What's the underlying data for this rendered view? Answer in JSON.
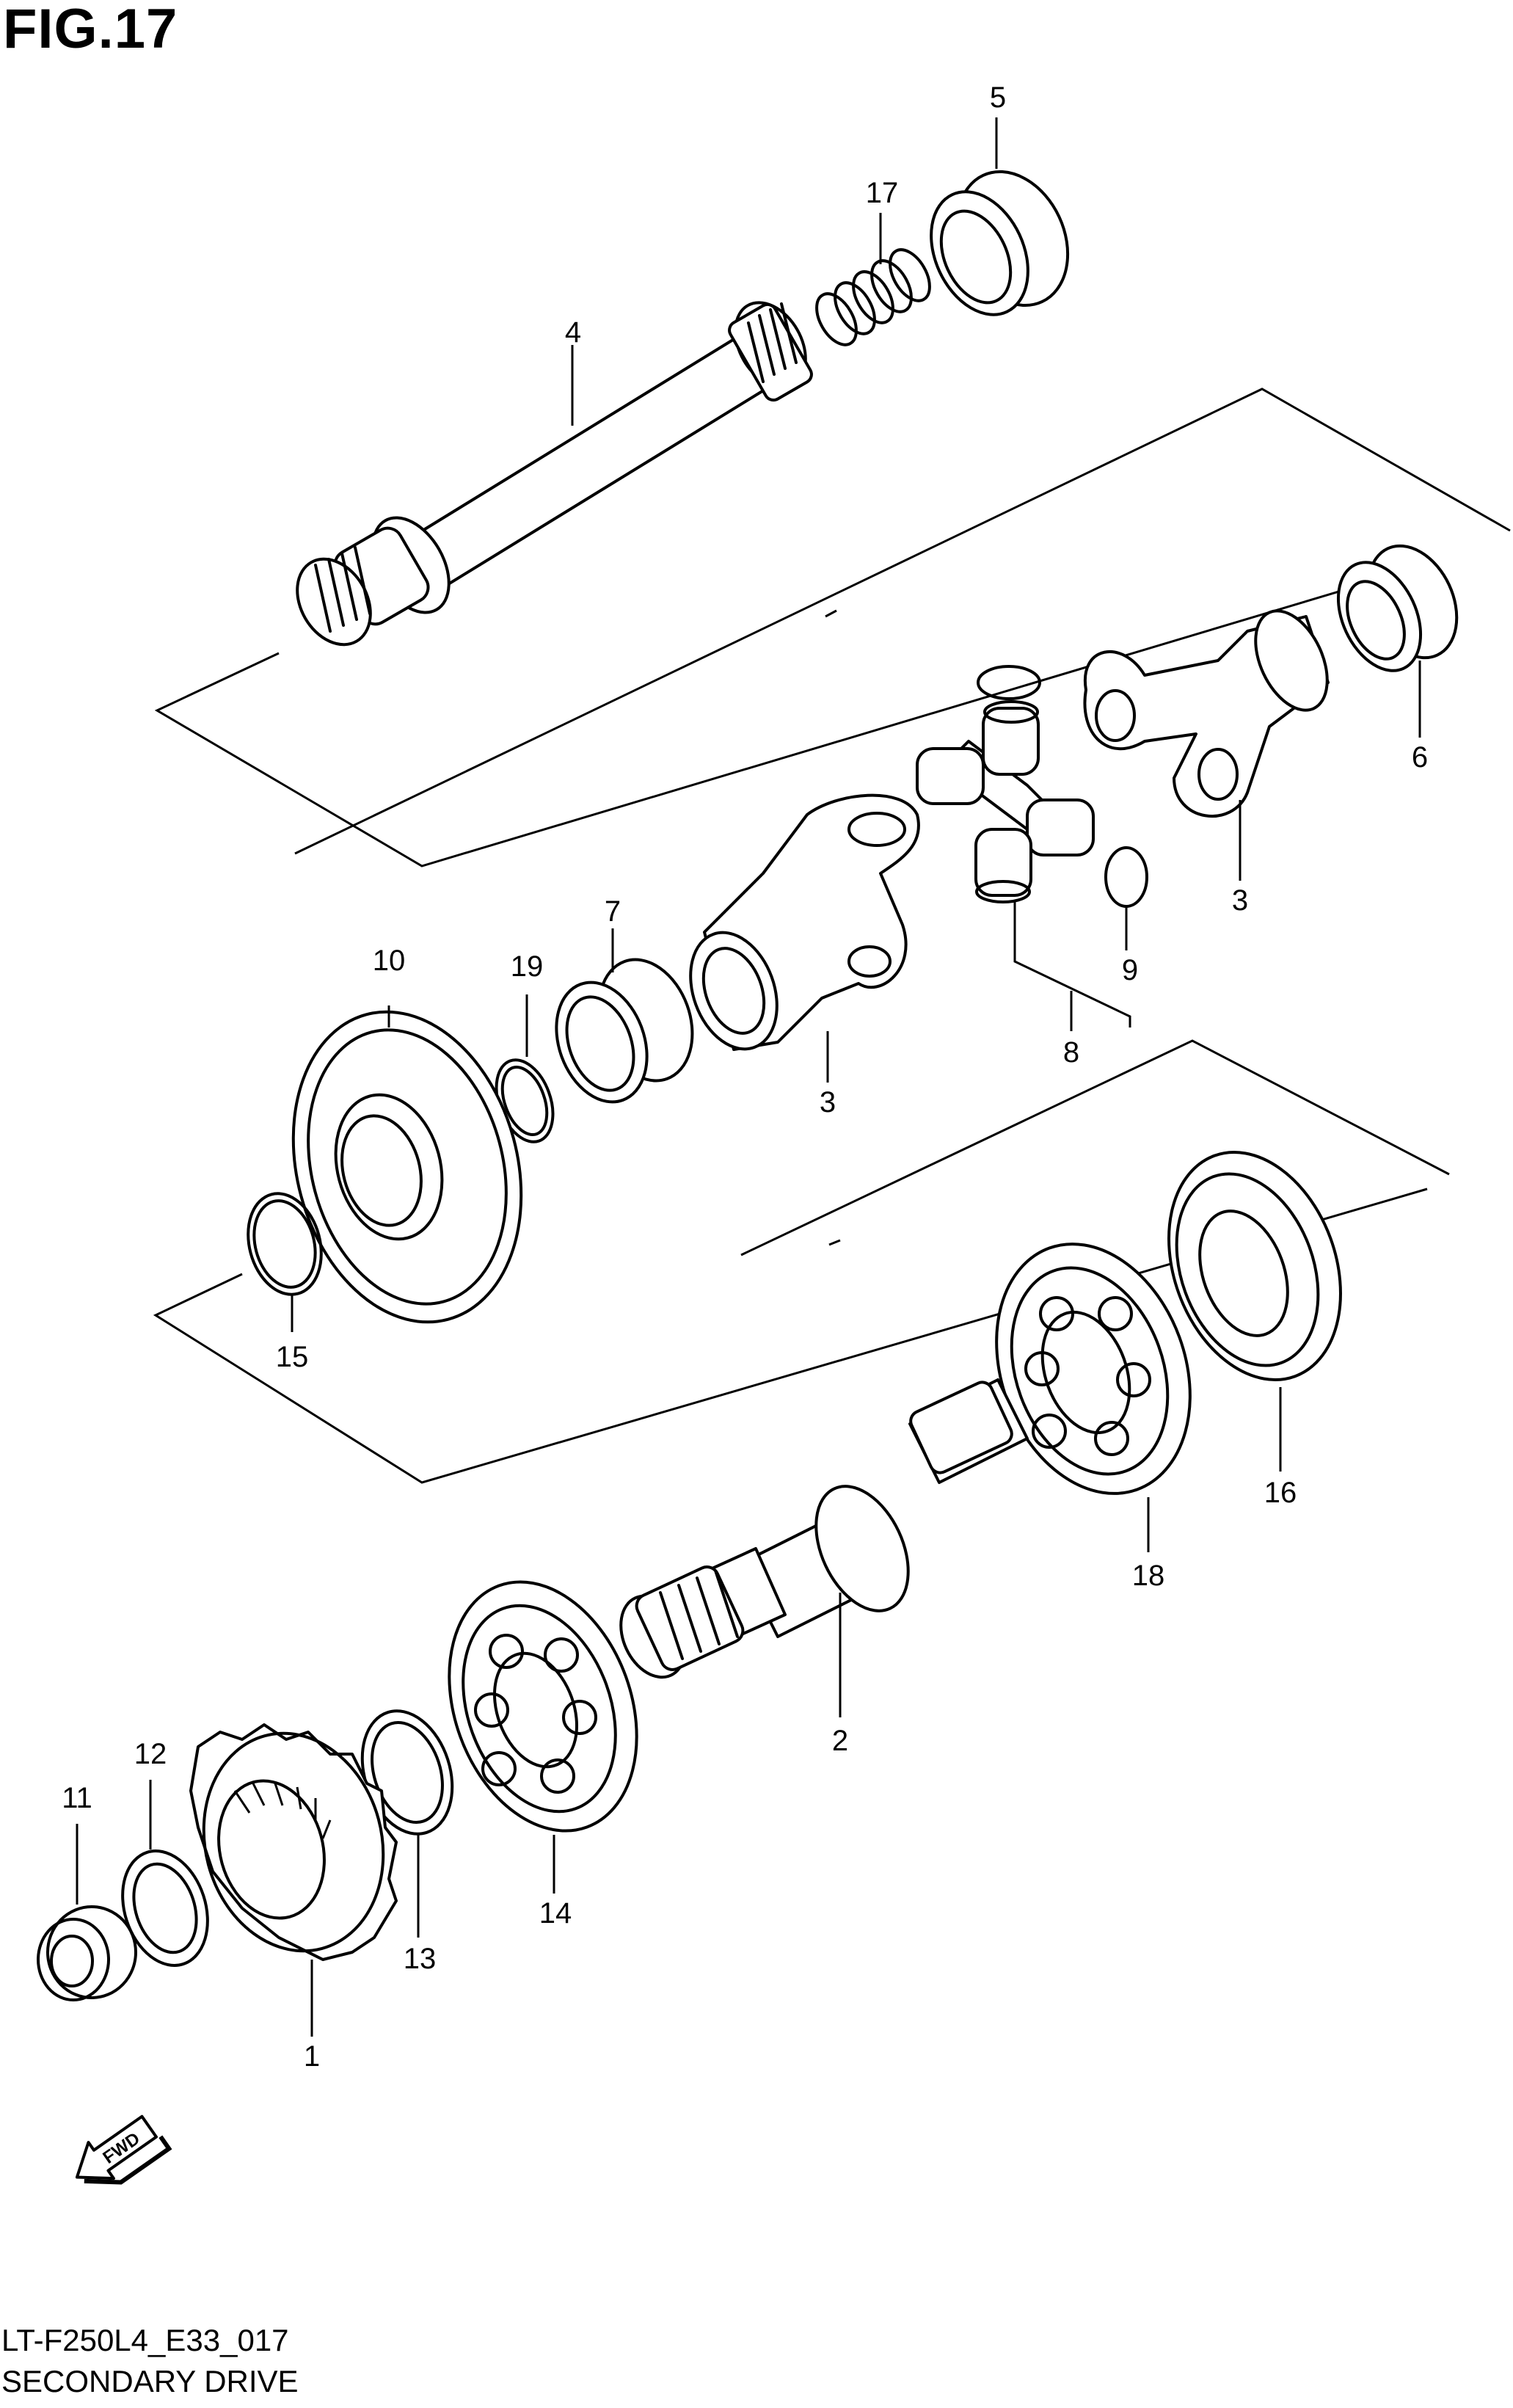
{
  "figure": {
    "title": "FIG.17",
    "code": "LT-F250L4_E33_017",
    "name": "SECONDARY DRIVE"
  },
  "callouts": [
    "5",
    "17",
    "4",
    "6",
    "3",
    "9",
    "8",
    "7",
    "19",
    "10",
    "3",
    "15",
    "16",
    "18",
    "2",
    "12",
    "11",
    "14",
    "13",
    "1"
  ],
  "direction_marker": "FWD"
}
